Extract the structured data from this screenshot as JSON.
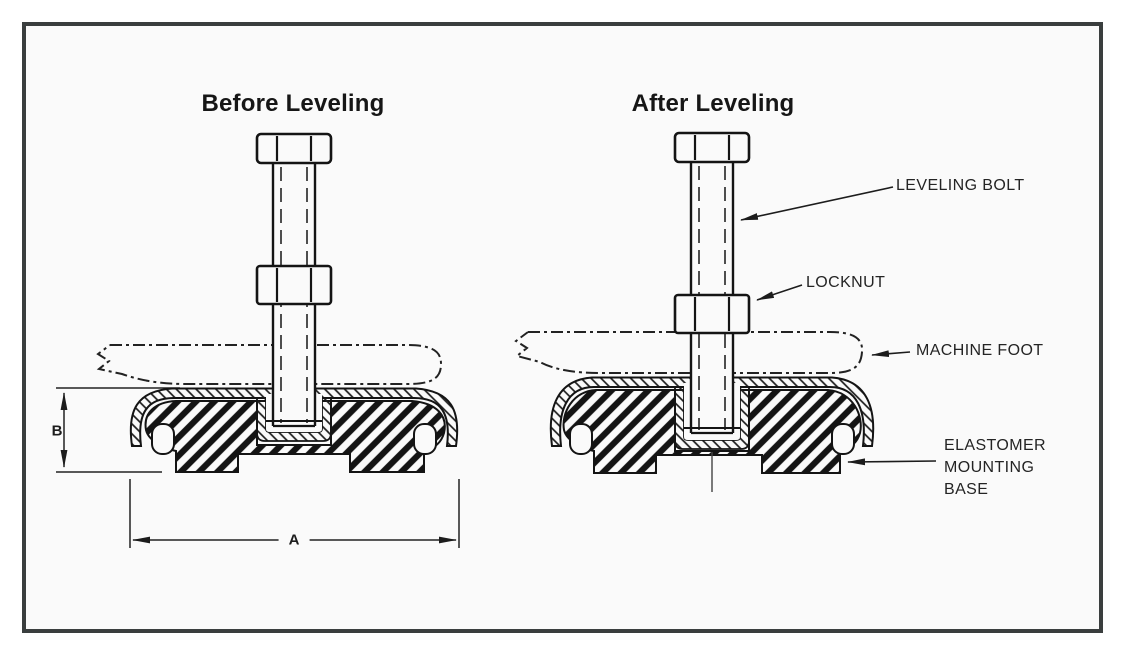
{
  "titles": {
    "before": "Before Leveling",
    "after": "After Leveling"
  },
  "callouts": {
    "leveling_bolt": "LEVELING BOLT",
    "locknut": "LOCKNUT",
    "machine_foot": "MACHINE FOOT",
    "elastomer": [
      "ELASTOMER",
      "MOUNTING",
      "BASE"
    ]
  },
  "dimensions": {
    "width_label": "A",
    "height_label": "B"
  },
  "colors": {
    "page_background": "#ffffff",
    "panel_background": "#fafafa",
    "frame_border": "#3a3e3e",
    "line_work": "#1c1c1c",
    "label_text": "#242424"
  }
}
